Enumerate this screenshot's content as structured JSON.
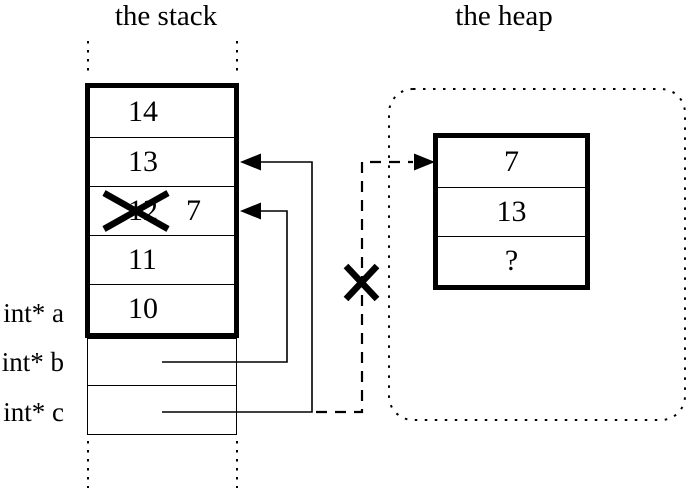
{
  "diagram": {
    "stack": {
      "title": "the stack",
      "cells": [
        {
          "value": "14"
        },
        {
          "value": "13"
        },
        {
          "old_value": "12",
          "new_value": "7",
          "crossed_out": true
        },
        {
          "value": "11"
        },
        {
          "value": "10"
        }
      ],
      "pointer_labels": [
        {
          "label": "int* a"
        },
        {
          "label": "int* b"
        },
        {
          "label": "int* c"
        }
      ]
    },
    "heap": {
      "title": "the heap",
      "cells": [
        {
          "value": "7"
        },
        {
          "value": "13"
        },
        {
          "value": "?"
        }
      ]
    },
    "colors": {
      "ink": "#000000",
      "background": "#ffffff"
    }
  }
}
